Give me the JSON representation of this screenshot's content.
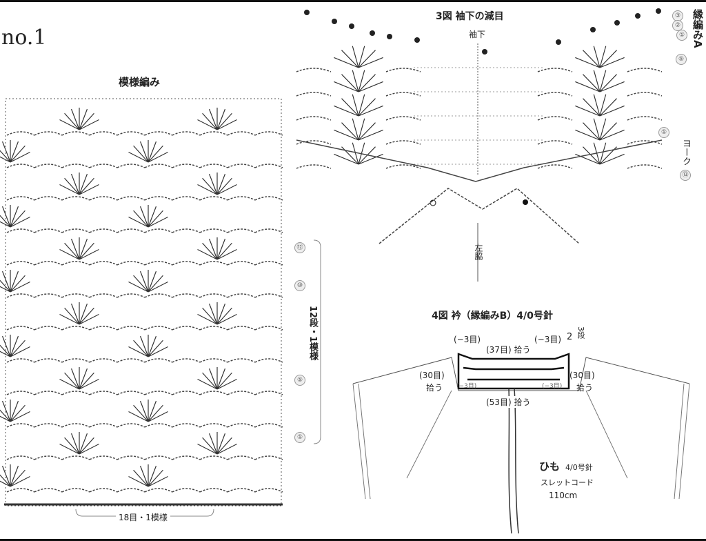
{
  "pattern_no": "no.1",
  "left_chart": {
    "title": "模様編み",
    "row_markers": [
      "⑫",
      "⑩",
      "⑤",
      "①"
    ],
    "repeat_rows": "12段・1模様",
    "repeat_stitches": "18目・1模様"
  },
  "fig3": {
    "title": "3図  袖下の減目",
    "sleeve_under": "袖下",
    "left_side": "左脇",
    "edging_label": "縁編みA",
    "right_markers": [
      "③",
      "②",
      "①",
      "⑤",
      "①"
    ],
    "yoke_label": "ヨーク",
    "yoke_row": "⑬"
  },
  "fig4": {
    "title": "4図  衿（縁編みB）4/0号針",
    "dec_left": "(−3目)",
    "dec_right": "(−3目)",
    "pick_top": "(37目) 拾う",
    "rows": "2",
    "rows_3": "3段",
    "pick_left_count": "(30目)",
    "pick_left": "拾う",
    "pick_right_count": "(30目)",
    "pick_right": "拾う",
    "inner_left": "(−3目)",
    "inner_right": "(−3目)",
    "pick_bottom": "(53目) 拾う",
    "cord_title": "ひも",
    "cord_needle": "4/0号針",
    "cord_type": "スレットコード",
    "cord_length": "110cm"
  }
}
